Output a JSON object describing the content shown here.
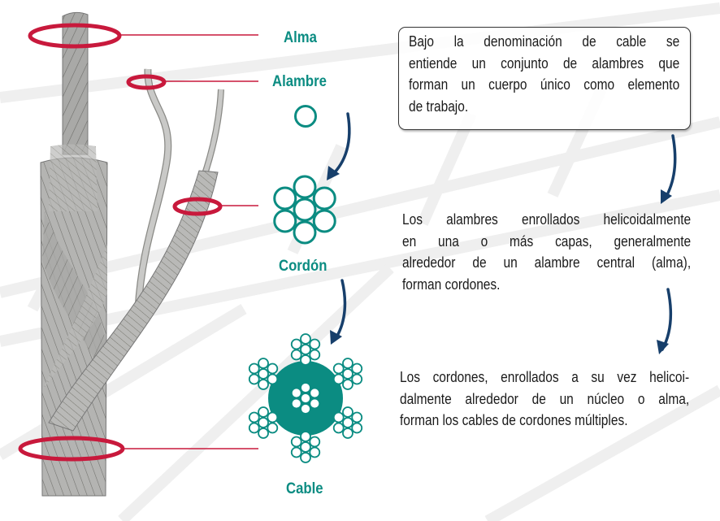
{
  "labels": {
    "alma": "Alma",
    "alambre": "Alambre",
    "cordon": "Cordón",
    "cable": "Cable"
  },
  "texts": {
    "box": [
      "Bajo la denominación de cable se",
      "entiende un conjunto de alambres que",
      "forman un cuerpo único como elemento",
      "de trabajo."
    ],
    "cordones": [
      "Los  alambres enrollados helicoidalmente",
      "en una o más capas, generalmente",
      "alrededor de un alambre central (alma),",
      "forman cordones."
    ],
    "cables": [
      "Los cordones, enrollados a su vez helicoi-",
      "dalmente alrededor de un núcleo o alma,",
      "forman los cables de cordones múltiples."
    ]
  },
  "colors": {
    "teal": "#0b8c82",
    "ring": "#c8193c",
    "arrow": "#173f6b",
    "steel": "#a9a9a7"
  }
}
